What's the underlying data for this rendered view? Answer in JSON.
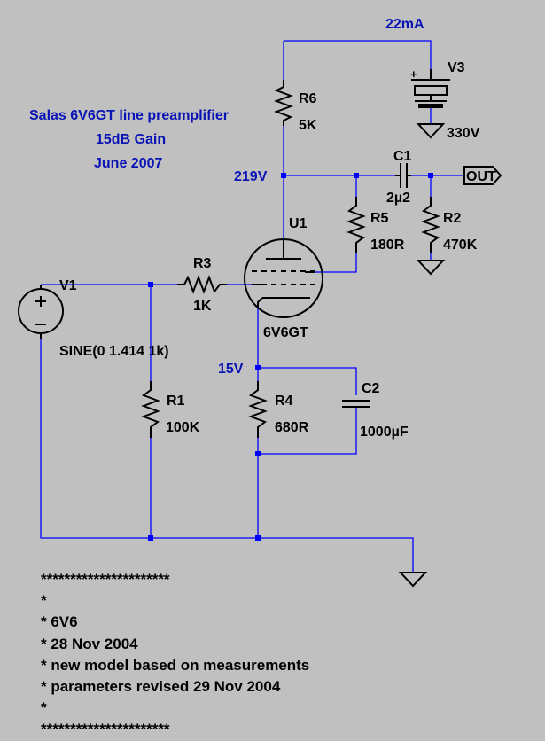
{
  "title_lines": [
    "Salas 6V6GT line preamplifier",
    "15dB Gain",
    "June  2007"
  ],
  "supply_current": "22mA",
  "nodes": {
    "plate_voltage": "219V",
    "cathode_voltage": "15V"
  },
  "output_label": "OUT",
  "components": {
    "V3": {
      "name": "V3",
      "value": "330V"
    },
    "R6": {
      "name": "R6",
      "value": "5K"
    },
    "C1": {
      "name": "C1",
      "value": "2µ2"
    },
    "R5": {
      "name": "R5",
      "value": "180R"
    },
    "R2": {
      "name": "R2",
      "value": "470K"
    },
    "U1": {
      "name": "U1",
      "value": "6V6GT"
    },
    "R3": {
      "name": "R3",
      "value": "1K"
    },
    "V1": {
      "name": "V1",
      "value": "SINE(0 1.414 1k)"
    },
    "R1": {
      "name": "R1",
      "value": "100K"
    },
    "R4": {
      "name": "R4",
      "value": "680R"
    },
    "C2": {
      "name": "C2",
      "value": "1000µF"
    }
  },
  "spice_lines": [
    "**********************",
    "*",
    "* 6V6",
    "* 28 Nov 2004",
    "* new model based on measurements",
    "* parameters revised 29 Nov 2004",
    "*",
    "**********************"
  ],
  "colors": {
    "background": "#c0c0c0",
    "wire": "#0000ff",
    "annotation": "#0a14b4",
    "component": "#000000"
  }
}
